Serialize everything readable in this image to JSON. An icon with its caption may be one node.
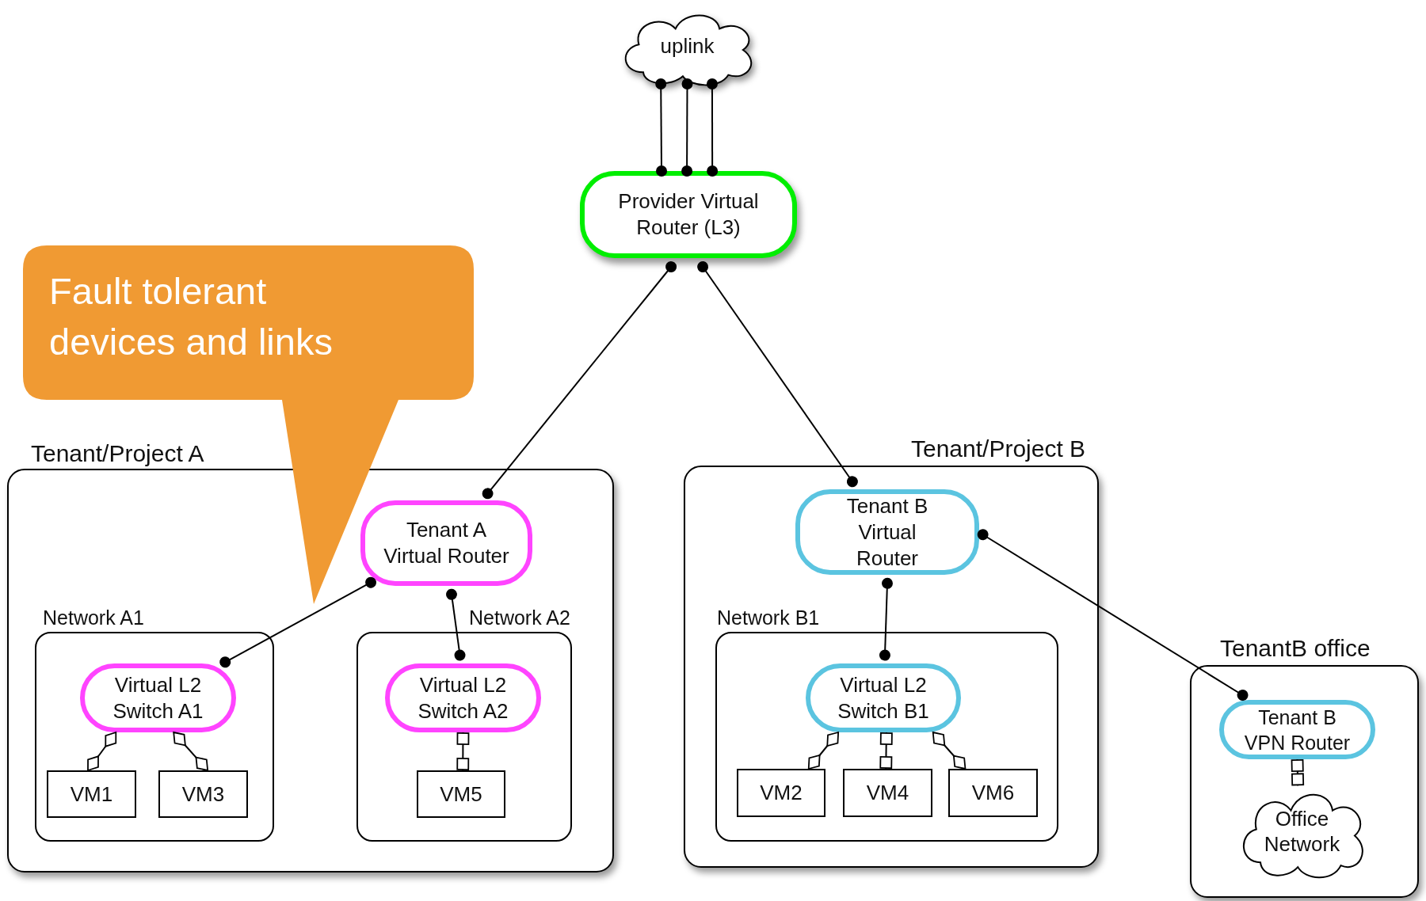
{
  "diagram": {
    "nodes": [
      {
        "text": [
          "uplink"
        ]
      },
      {
        "text": [
          "Provider Virtual Router (L3)"
        ]
      },
      {
        "text": [
          "Fault tolerant devices and links"
        ]
      },
      {
        "text": [
          "Tenant/Project A"
        ]
      },
      {
        "text": [
          "Tenant A Virtual Router"
        ],
        "in": 3
      },
      {
        "text": [
          "Network A1"
        ],
        "in": 3
      },
      {
        "text": [
          "Virtual L2 Switch A1"
        ],
        "in": 5
      },
      {
        "text": [
          "VM1"
        ],
        "in": 5
      },
      {
        "text": [
          "VM3"
        ],
        "in": 5
      },
      {
        "text": [
          "Network A2"
        ],
        "in": 3
      },
      {
        "text": [
          "Virtual L2 Switch A2"
        ],
        "in": 9
      },
      {
        "text": [
          "VM5"
        ],
        "in": 9
      },
      {
        "text": [
          "Tenant/Project B"
        ]
      },
      {
        "text": [
          "Tenant B Virtual Router"
        ],
        "in": 12
      },
      {
        "text": [
          "Network B1"
        ],
        "in": 12
      },
      {
        "text": [
          "Virtual L2 Switch B1"
        ],
        "in": 14
      },
      {
        "text": [
          "VM2"
        ],
        "in": 14
      },
      {
        "text": [
          "VM4"
        ],
        "in": 14
      },
      {
        "text": [
          "VM6"
        ],
        "in": 14
      },
      {
        "text": [
          "TenantB office"
        ]
      },
      {
        "text": [
          "Tenant B VPN Router"
        ],
        "in": 19
      },
      {
        "text": [
          "Office Network"
        ],
        "in": 19
      }
    ],
    "edges": [
      {
        "from": 0,
        "to": 1,
        "arrow": "other"
      },
      {
        "from": 0,
        "to": 1,
        "arrow": "other"
      },
      {
        "from": 0,
        "to": 1,
        "arrow": "other"
      },
      {
        "from": 1,
        "to": 4,
        "arrow": "other"
      },
      {
        "from": 1,
        "to": 13,
        "arrow": "other"
      },
      {
        "from": 4,
        "to": 6,
        "arrow": "other"
      },
      {
        "from": 4,
        "to": 10,
        "arrow": "other"
      },
      {
        "from": 13,
        "to": 15,
        "arrow": "other"
      },
      {
        "from": 13,
        "to": 20,
        "arrow": "other"
      },
      {
        "from": 6,
        "to": 7,
        "arrow": "other"
      },
      {
        "from": 6,
        "to": 8,
        "arrow": "other"
      },
      {
        "from": 10,
        "to": 11,
        "arrow": "other"
      },
      {
        "from": 15,
        "to": 16,
        "arrow": "other"
      },
      {
        "from": 15,
        "to": 17,
        "arrow": "other"
      },
      {
        "from": 15,
        "to": 18,
        "arrow": "other"
      },
      {
        "from": 20,
        "to": 21,
        "arrow": "other"
      }
    ]
  }
}
